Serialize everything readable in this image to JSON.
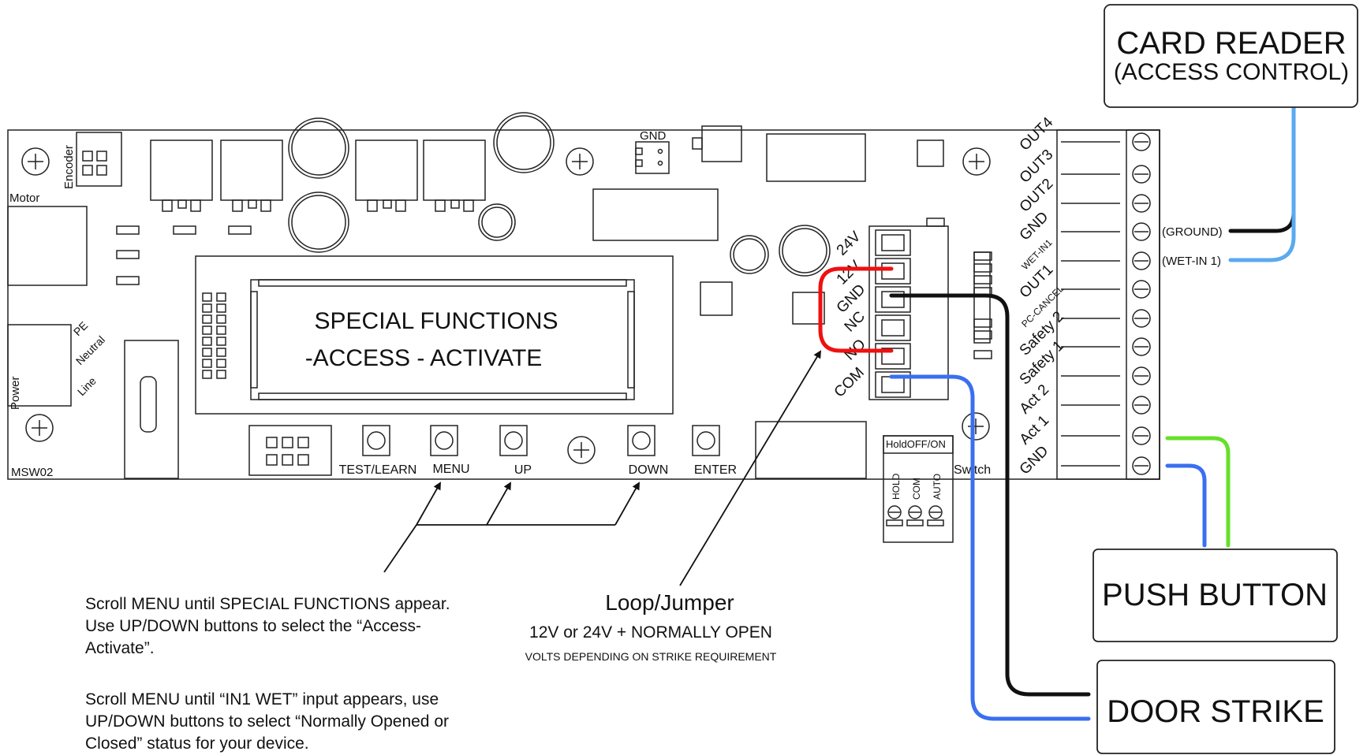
{
  "board": {
    "model": "MSW02",
    "encoder": "Encoder",
    "motor": "Motor",
    "gnd_top": "GND",
    "power": "Power",
    "power_pins": [
      "PE",
      "Neutral",
      "Line"
    ],
    "display_line1": "SPECIAL FUNCTIONS",
    "display_line2": "-ACCESS - ACTIVATE",
    "buttons": [
      "TEST/LEARN",
      "MENU",
      "UP",
      "DOWN",
      "ENTER"
    ],
    "switch_label": "Switch",
    "hold_header": "HoldOFF/ON",
    "hold_pins": [
      "HOLD",
      "COM",
      "AUTO"
    ],
    "relay_terminals": [
      "24V",
      "12V",
      "GND",
      "NC",
      "NO",
      "COM"
    ],
    "right_terminals": [
      "OUT4",
      "OUT3",
      "OUT2",
      "GND",
      "WET-IN1",
      "OUT1",
      "PC-CANCEL",
      "Safety 2",
      "Safety 1",
      "Act 2",
      "Act 1",
      "GND"
    ],
    "wire_labels": [
      "(GROUND)",
      "(WET-IN 1)"
    ]
  },
  "devices": {
    "card_reader_title": "CARD READER",
    "card_reader_subtitle": "(ACCESS CONTROL)",
    "push_button": "PUSH BUTTON",
    "door_strike": "DOOR STRIKE"
  },
  "annotations": {
    "loop_title": "Loop/Jumper",
    "loop_line1": "12V or 24V + NORMALLY OPEN",
    "loop_line2": "VOLTS DEPENDING ON STRIKE REQUIREMENT",
    "menu_note_1": "Scroll MENU until SPECIAL FUNCTIONS appear. Use UP/DOWN buttons to select the “Access-Activate”.",
    "menu_note_2": "Scroll MENU until “IN1 WET” input appears, use UP/DOWN buttons to select “Normally Opened or Closed” status for your device."
  },
  "colors": {
    "black_wire": "#111111",
    "light_blue_wire": "#5aaaf0",
    "blue_wire": "#3a6ff0",
    "green_wire": "#66e02a",
    "red_jumper": "#f01010"
  }
}
